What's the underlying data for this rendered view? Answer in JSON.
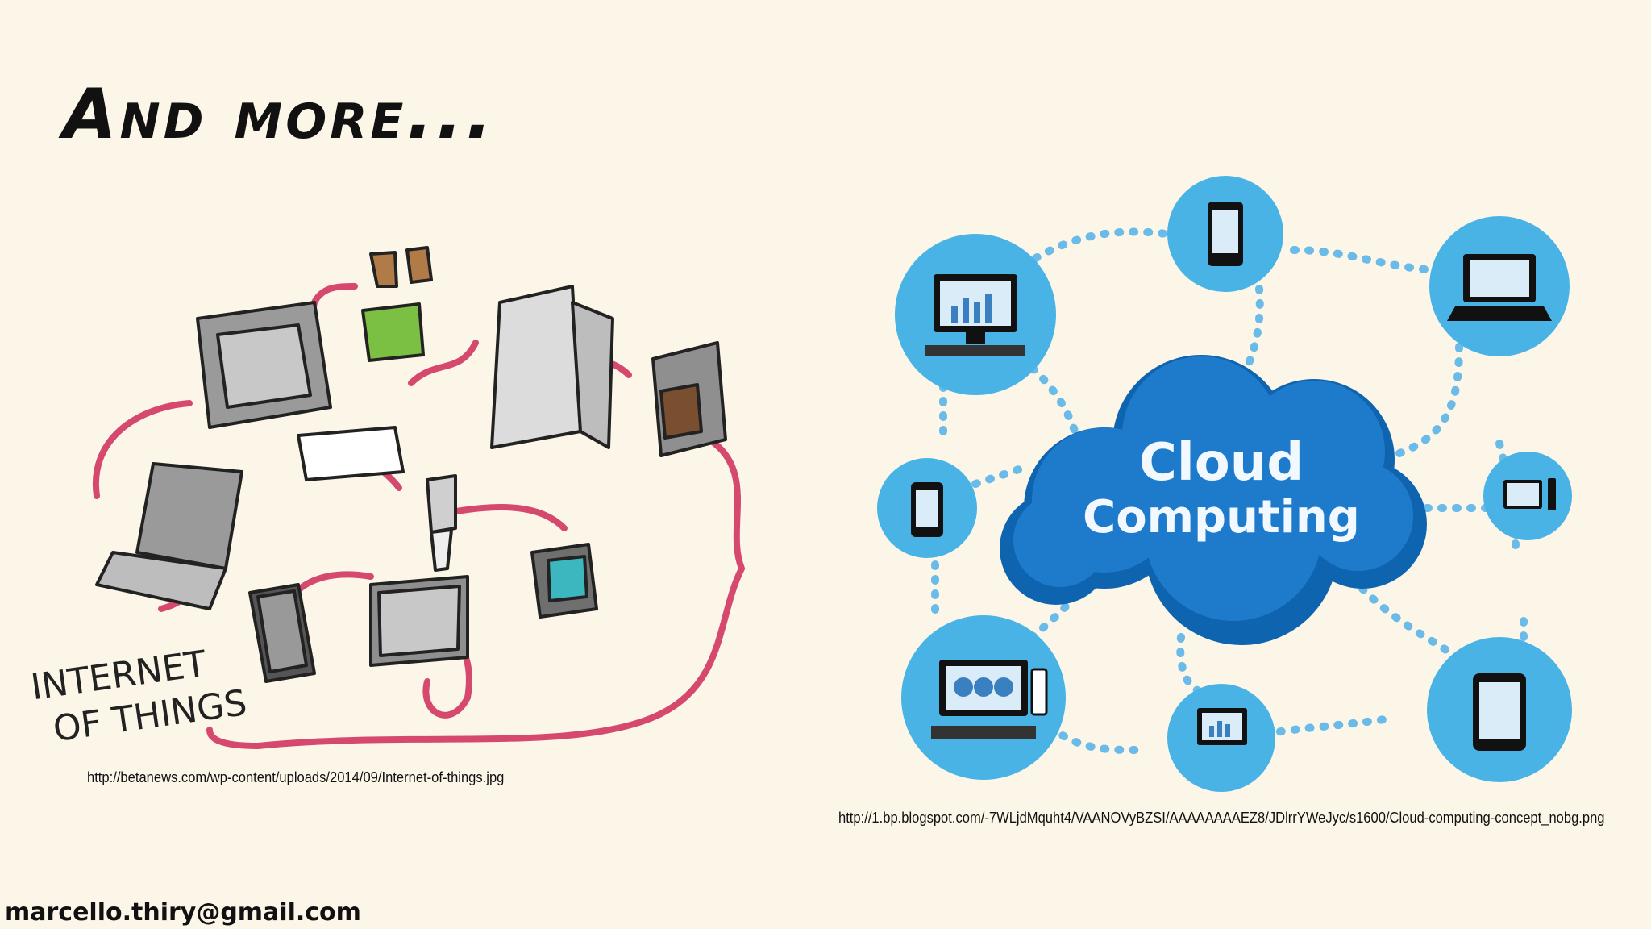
{
  "slide": {
    "title": "And more...",
    "email": "marcello.thiry@gmail.com"
  },
  "iot_illustration": {
    "label_line1": "INTERNET",
    "label_line2": "OF THINGS",
    "source_url": "http://betanews.com/wp-content/uploads/2014/09/Internet-of-things.jpg",
    "accent_color": "#d6496e"
  },
  "cloud_illustration": {
    "cloud_line1": "Cloud",
    "cloud_line2": "Computing",
    "source_url": "http://1.bp.blogspot.com/-7WLjdMquht4/VAANOVyBZSI/AAAAAAAAEZ8/JDlrrYWeJyc/s1600/Cloud-computing-concept_nobg.png",
    "node_color": "#4ab3e6",
    "cloud_color": "#1a73c2",
    "connector_color": "#6bbbe8"
  }
}
